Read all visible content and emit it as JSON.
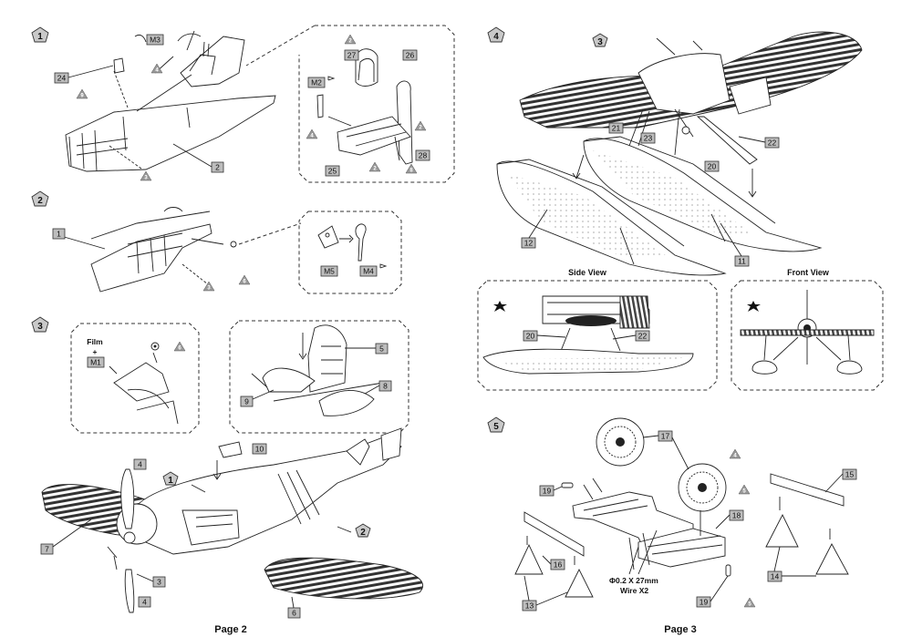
{
  "pages": {
    "left_label": "Page 2",
    "right_label": "Page 3"
  },
  "steps": [
    "1",
    "2",
    "3",
    "4",
    "5"
  ],
  "notes": {
    "film": "Film",
    "plus": "+",
    "side_view": "Side View",
    "front_view": "Front View",
    "wire_line1": "Φ0.2 X 27mm",
    "wire_line2": "Wire X2"
  },
  "parts": {
    "m1": "M1",
    "m2": "M2",
    "m3": "M3",
    "m4": "M4",
    "m5": "M5",
    "p1": "1",
    "p2": "2",
    "p3": "3",
    "p4": "4",
    "p5": "5",
    "p6": "6",
    "p7": "7",
    "p8": "8",
    "p9": "9",
    "p10": "10",
    "p11": "11",
    "p12": "12",
    "p13": "13",
    "p14": "14",
    "p15": "15",
    "p16": "16",
    "p17": "17",
    "p18": "18",
    "p19": "19",
    "p20": "20",
    "p21": "21",
    "p22": "22",
    "p23": "23",
    "p24": "24",
    "p25": "25",
    "p26": "26",
    "p27": "27",
    "p28": "28"
  },
  "color_refs": {
    "c2": "2",
    "c3": "3",
    "c4": "4",
    "c5": "5",
    "c6": "6",
    "c8": "8",
    "c9": "9"
  },
  "colors": {
    "label_box": "#bdbdbd",
    "step_badge": "#c9c9c9",
    "color_marker": "#999999",
    "ink": "#222222"
  }
}
